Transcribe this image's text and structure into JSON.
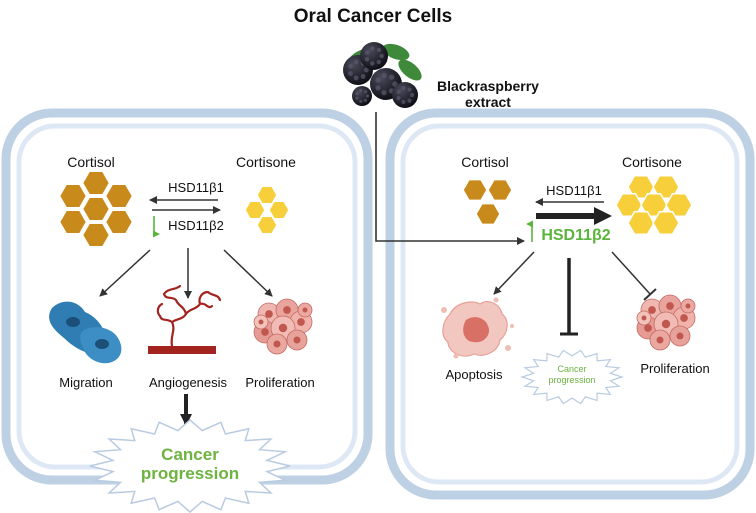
{
  "title": "Oral Cancer Cells",
  "extract_label_line1": "Blackraspberry",
  "extract_label_line2": "extract",
  "colors": {
    "membrane_outer": "#bdd0e4",
    "membrane_inner": "#eaf2fb",
    "cortisol_fill": "#c98a1c",
    "cortisone_fill": "#f7cf3a",
    "enzyme_green": "#5bb43b",
    "cancer_green": "#6cb33f",
    "migration_blue": "#3a86b8",
    "vessel_red": "#a3231f",
    "tissue_pink": "#e39c96"
  },
  "left_cell": {
    "cortisol": "Cortisol",
    "cortisone": "Cortisone",
    "enzyme1": "HSD11β1",
    "enzyme2": "HSD11β2",
    "outcome1": "Migration",
    "outcome2": "Angiogenesis",
    "outcome3": "Proliferation",
    "burst_line1": "Cancer",
    "burst_line2": "progression"
  },
  "right_cell": {
    "cortisol": "Cortisol",
    "cortisone": "Cortisone",
    "enzyme1": "HSD11β1",
    "enzyme2": "HSD11β2",
    "outcome1": "Apoptosis",
    "outcome2": "Proliferation",
    "burst_line1": "Cancer",
    "burst_line2": "progression"
  }
}
